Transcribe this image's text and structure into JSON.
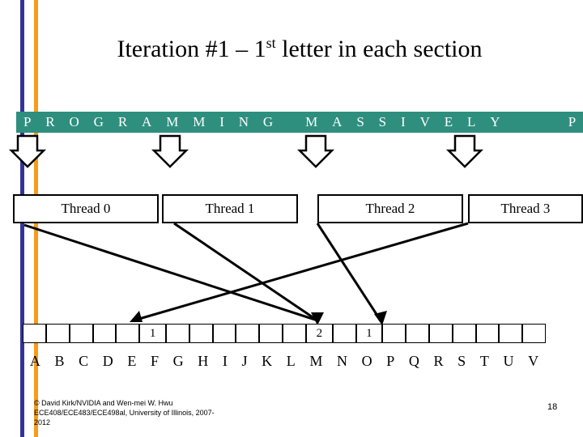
{
  "slide": {
    "title_prefix": "Iteration #1 – 1",
    "title_sup": "st",
    "title_suffix": " letter in each section",
    "accent_bar_blue": "#333399",
    "accent_bar_orange": "#f59c1a",
    "strip_color": "#2f8f7f",
    "page_number": "18"
  },
  "strip": {
    "cells": [
      "P",
      "R",
      "O",
      "G",
      "R",
      "A",
      "M",
      "M",
      "I",
      "N",
      "G",
      "",
      "M",
      "A",
      "S",
      "S",
      "I",
      "V",
      "E",
      "L",
      "Y",
      "",
      "",
      "",
      "P"
    ]
  },
  "threads": [
    {
      "label": "Thread 0"
    },
    {
      "label": "Thread 1"
    },
    {
      "label": "Thread 2"
    },
    {
      "label": "Thread 3"
    }
  ],
  "grid": {
    "cells": [
      "",
      "",
      "",
      "",
      "",
      "1",
      "",
      "",
      "",
      "",
      "",
      "",
      "2",
      "",
      "1",
      "",
      "",
      "",
      "",
      "",
      "",
      ""
    ]
  },
  "letters": {
    "values": [
      "A",
      "B",
      "C",
      "D",
      "E",
      "F",
      "G",
      "H",
      "I",
      "J",
      "K",
      "L",
      "M",
      "N",
      "O",
      "P",
      "Q",
      "R",
      "S",
      "T",
      "U",
      "V"
    ]
  },
  "footer": {
    "line1": "© David Kirk/NVIDIA and Wen-mei W. Hwu",
    "line2": "ECE408/ECE483/ECE498al, University of Illinois, 2007-",
    "line3": "2012"
  }
}
